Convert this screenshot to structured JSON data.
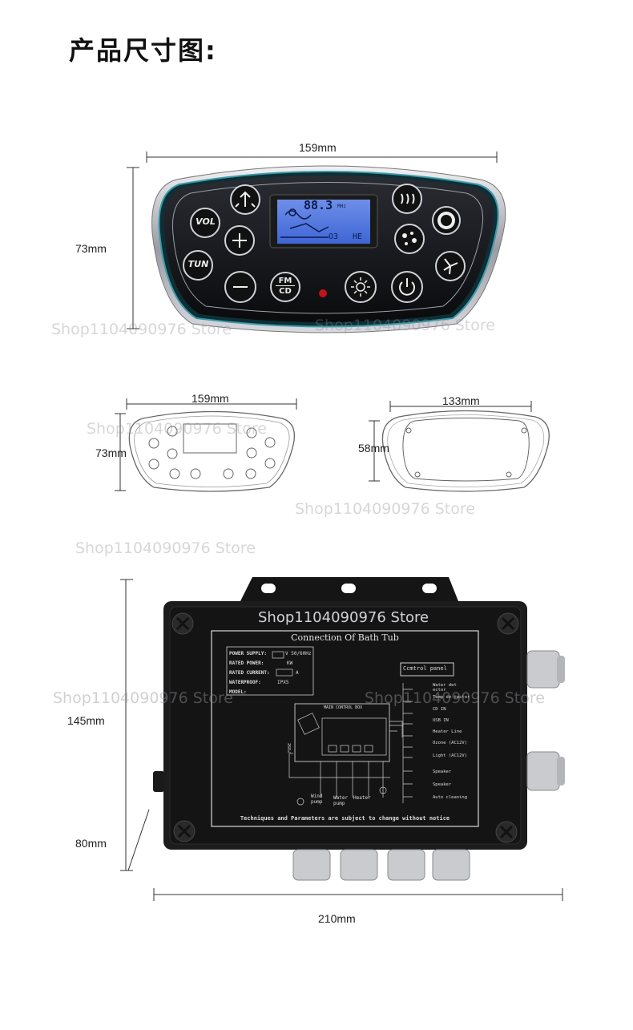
{
  "title": "产品尺寸图:",
  "panel_large": {
    "width": "159mm",
    "height": "73mm",
    "lcd": {
      "reading": "88.3",
      "mhz": "MHz",
      "o3": "O3",
      "he": "HE"
    },
    "buttons": {
      "vol": "VOL",
      "tun": "TUN",
      "fm": "FM",
      "cd": "CD",
      "plus": "+",
      "minus": "−"
    }
  },
  "panel_front": {
    "width": "159mm",
    "height": "73mm"
  },
  "panel_back": {
    "width": "133mm",
    "height": "58mm"
  },
  "control_box": {
    "height": "145mm",
    "depth": "80mm",
    "width": "210mm",
    "label": {
      "heading": "Connection Of Bath Tub",
      "power_supply": "POWER SUPPLY:",
      "power_supply_unit": "V 50/60Hz",
      "rated_power": "RATED POWER:",
      "rated_power_unit": "KW",
      "rated_current": "RATED CURRENT:",
      "rated_current_unit": "A",
      "waterproof": "WATERPROOF:",
      "waterproof_value": "IPX5",
      "model": "MODEL:",
      "control_panel": "Ccmtrol panel",
      "main_box": "MAIN CONTROL BOX",
      "fuse": "FUSE",
      "wind_pump": "Wind pump",
      "water_pump": "Water pump",
      "heater": "Heater",
      "footer": "Techniques and Parameters are subject to change without notice",
      "connections": [
        "Water det ector",
        "Temp de tector",
        "CD IN",
        "USB IN",
        "Heater Line",
        "Ozone (AC12V)",
        "Light (AC12V)",
        "Speaker",
        "Speaker",
        "Auto cleaning"
      ]
    }
  },
  "watermark": "Shop1104090976 Store"
}
